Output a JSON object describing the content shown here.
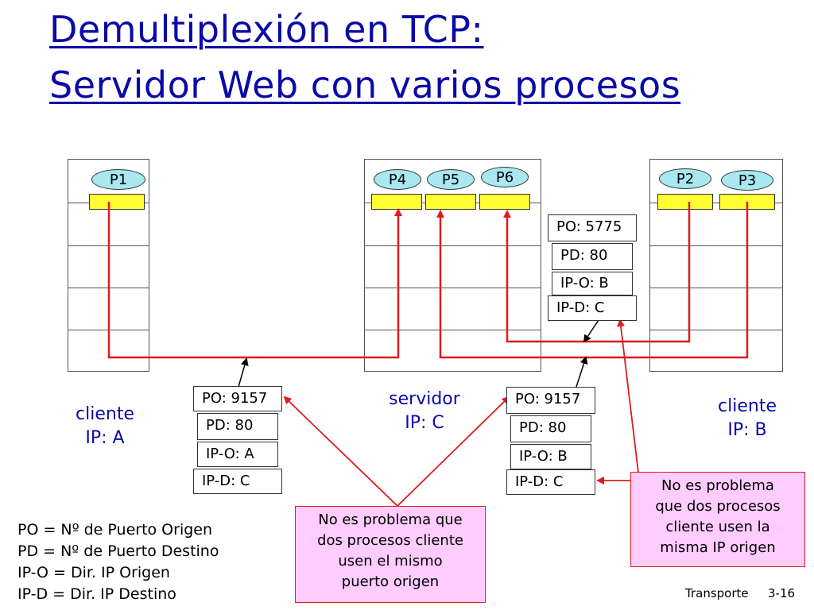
{
  "title": {
    "line1": "Demultiplexión en TCP:",
    "line2": "Servidor Web con varios procesos"
  },
  "hosts": {
    "client_a": {
      "label": "cliente",
      "ip": "IP: A",
      "processes": [
        "P1"
      ]
    },
    "server_c": {
      "label": "servidor",
      "ip": "IP: C",
      "processes": [
        "P4",
        "P5",
        "P6"
      ]
    },
    "client_b": {
      "label": "cliente",
      "ip": "IP: B",
      "processes": [
        "P2",
        "P3"
      ]
    }
  },
  "segments": {
    "from_a": [
      "PO: 9157",
      "PD: 80",
      "IP-O: A",
      "IP-D: C"
    ],
    "from_b_1": [
      "PO: 9157",
      "PD: 80",
      "IP-O: B",
      "IP-D: C"
    ],
    "from_b_2": [
      "PO: 5775",
      "PD: 80",
      "IP-O: B",
      "IP-D: C"
    ]
  },
  "notes": {
    "same_port": [
      "No es problema que",
      "dos procesos cliente",
      "usen el mismo",
      "puerto origen"
    ],
    "same_ip": [
      "No es problema",
      "que dos procesos",
      "cliente usen la",
      "misma IP origen"
    ]
  },
  "legend": [
    "PO = Nº de Puerto Origen",
    "PD = Nº de Puerto Destino",
    "IP-O = Dir. IP Origen",
    "IP-D = Dir. IP Destino"
  ],
  "footer": {
    "section": "Transporte",
    "page": "3-16"
  },
  "colors": {
    "title": "#0a0aa8",
    "process": "#a8e8f0",
    "socket": "#ffff33",
    "connection": "#e01b1b",
    "note_fill": "#ffccff"
  }
}
